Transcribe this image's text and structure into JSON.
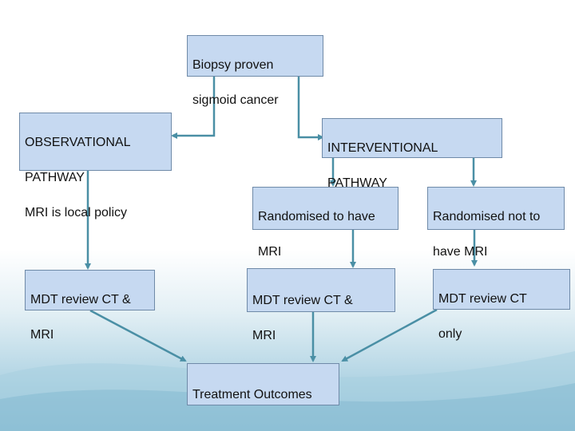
{
  "diagram": {
    "nodes": {
      "biopsy": {
        "lines": [
          "Biopsy proven",
          "sigmoid cancer"
        ]
      },
      "observational": {
        "lines": [
          "OBSERVATIONAL",
          "PATHWAY",
          "MRI is local policy"
        ]
      },
      "interventional": {
        "lines": [
          "INTERVENTIONAL",
          "PATHWAY"
        ]
      },
      "randomised_mri": {
        "lines": [
          "Randomised to have",
          "MRI"
        ]
      },
      "randomised_no_mri": {
        "lines": [
          "Randomised not to",
          "have MRI"
        ]
      },
      "mdt_obs": {
        "lines": [
          "MDT review CT &",
          "MRI"
        ]
      },
      "mdt_int": {
        "lines": [
          "MDT review CT &",
          "MRI"
        ]
      },
      "mdt_ct_only": {
        "lines": [
          "MDT review CT",
          "only"
        ]
      },
      "outcomes": {
        "lines": [
          "Treatment Outcomes"
        ]
      }
    },
    "edges": [
      {
        "from": "biopsy",
        "to": "observational"
      },
      {
        "from": "biopsy",
        "to": "interventional"
      },
      {
        "from": "interventional",
        "to": "randomised_mri"
      },
      {
        "from": "interventional",
        "to": "randomised_no_mri"
      },
      {
        "from": "observational",
        "to": "mdt_obs"
      },
      {
        "from": "randomised_mri",
        "to": "mdt_int"
      },
      {
        "from": "randomised_no_mri",
        "to": "mdt_ct_only"
      },
      {
        "from": "mdt_obs",
        "to": "outcomes"
      },
      {
        "from": "mdt_int",
        "to": "outcomes"
      },
      {
        "from": "mdt_ct_only",
        "to": "outcomes"
      }
    ],
    "colors": {
      "box_fill": "#c6d9f1",
      "box_border": "#6f8aa8",
      "arrow": "#4a8fa5"
    }
  }
}
